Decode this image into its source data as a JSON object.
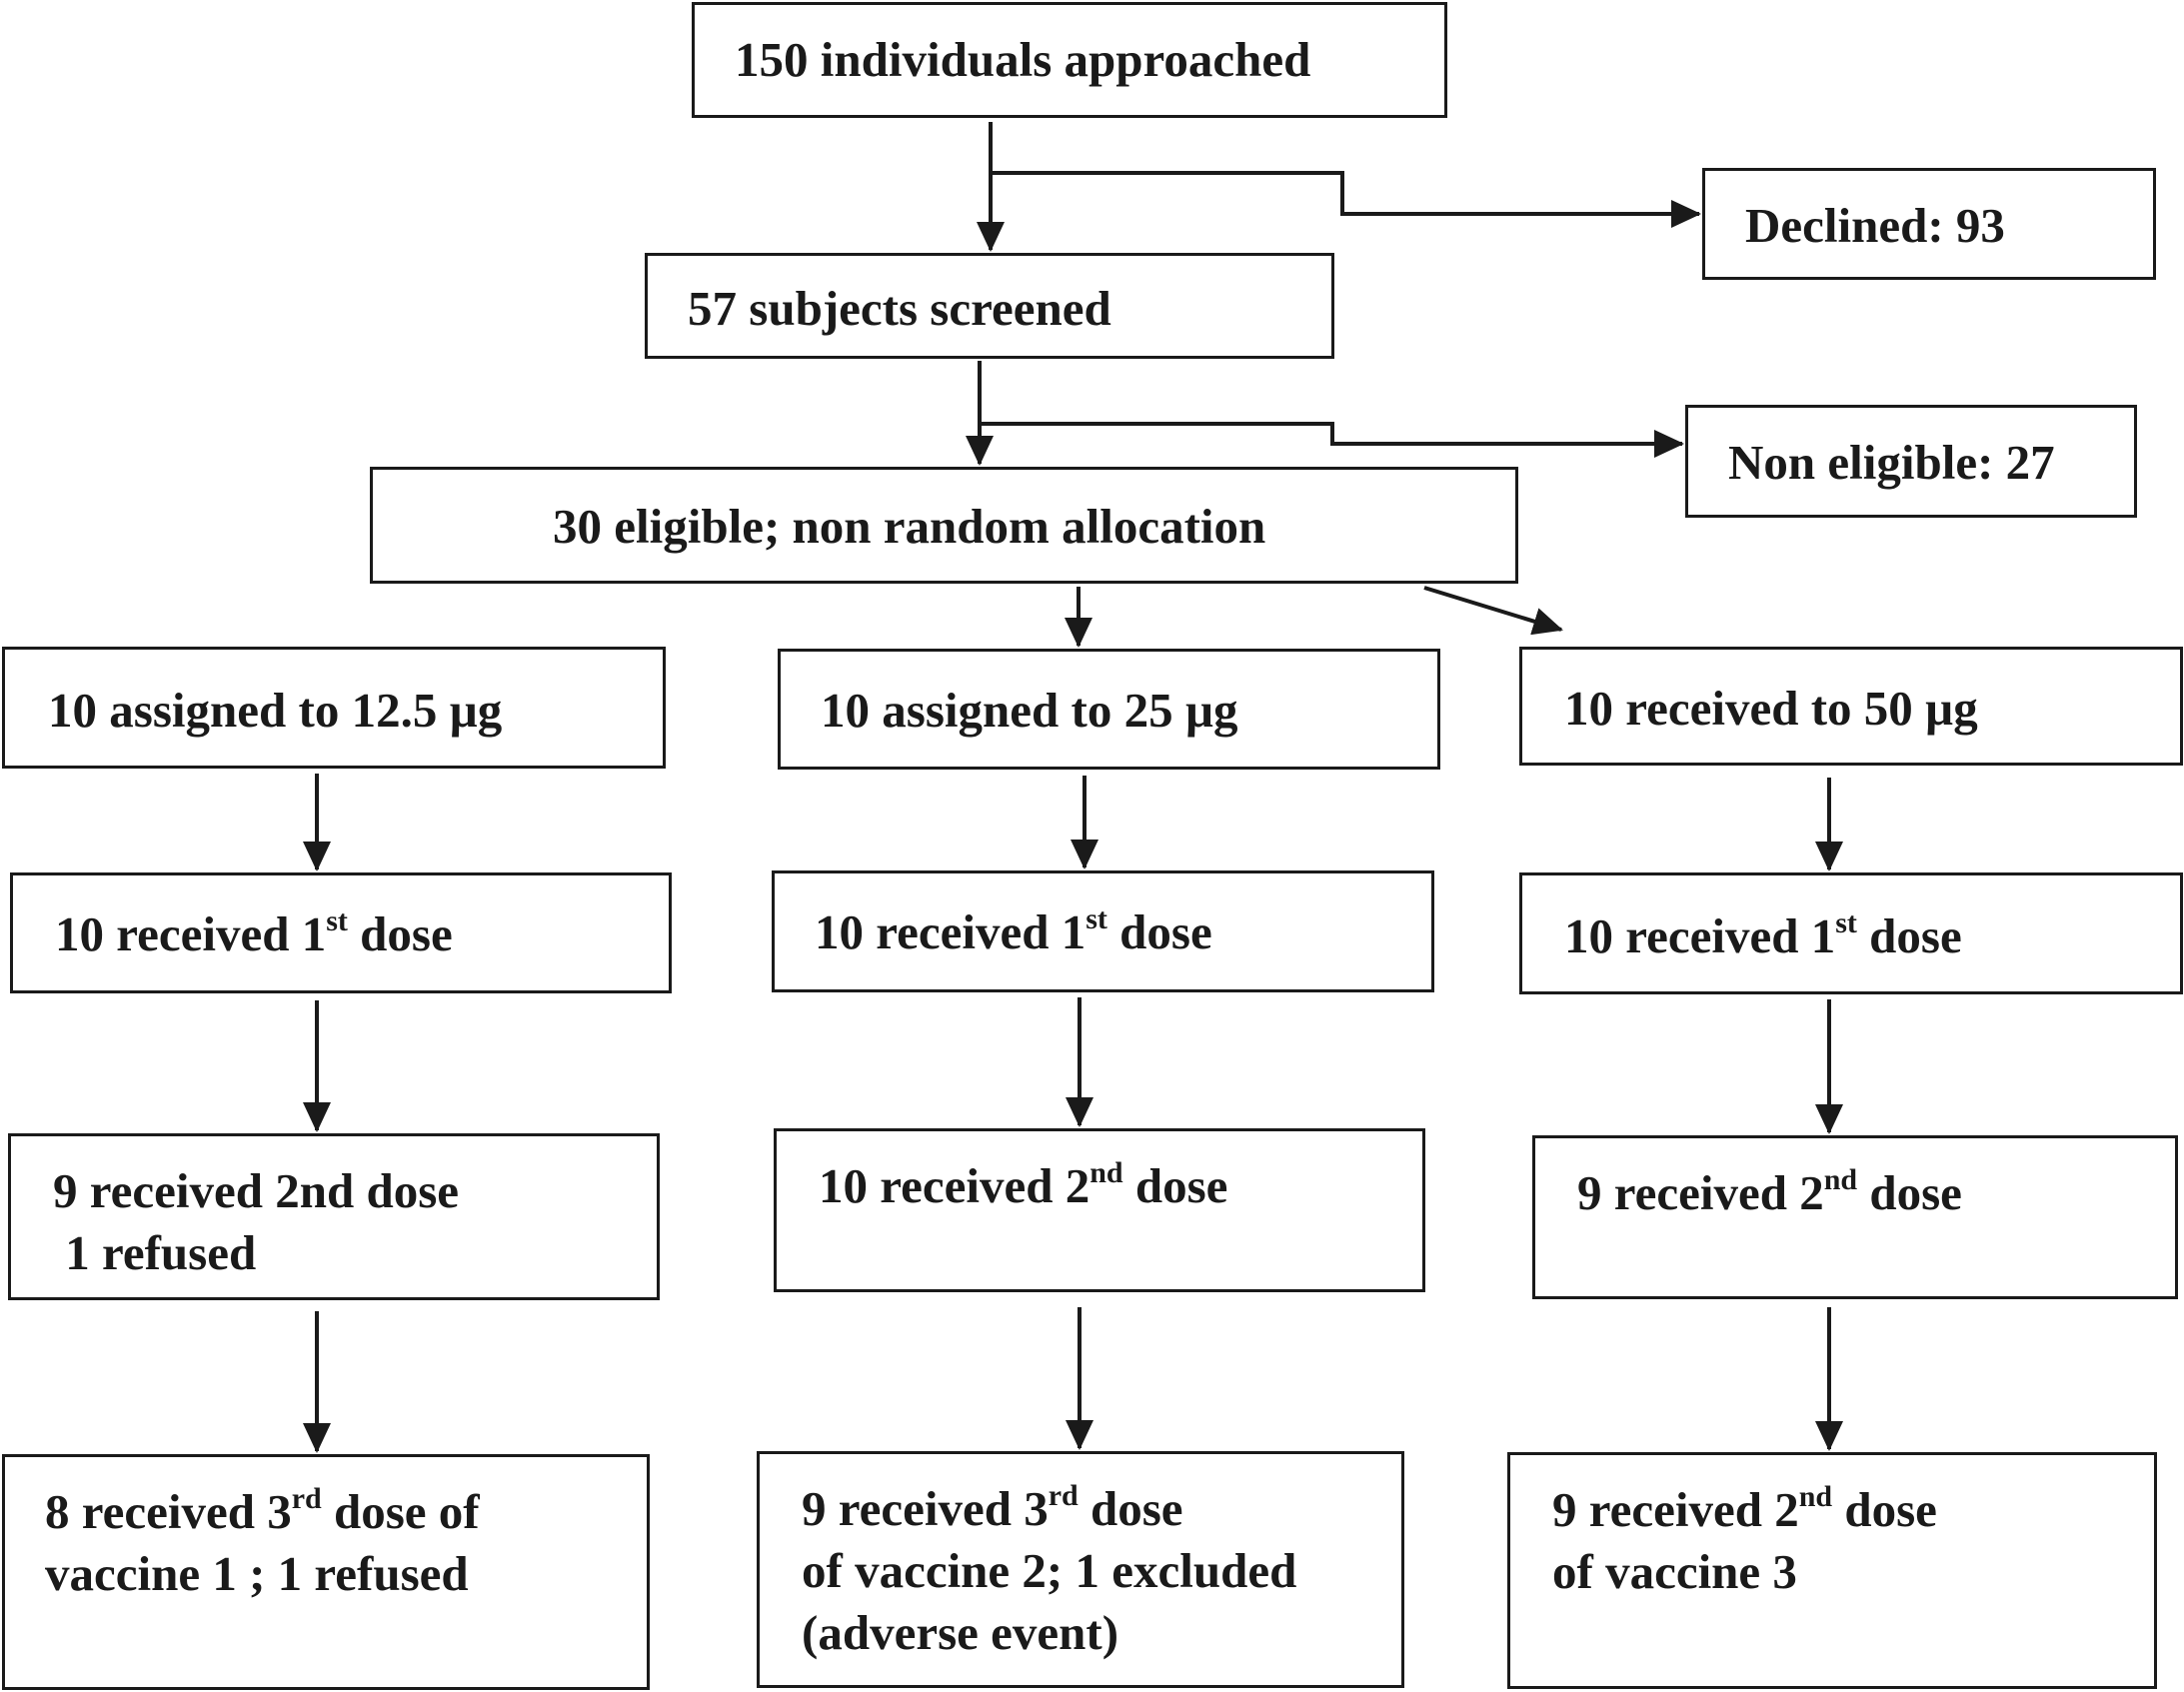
{
  "diagram": {
    "nodes": {
      "approached": {
        "lines": [
          [
            {
              "t": "150 individuals approached"
            }
          ]
        ]
      },
      "declined": {
        "lines": [
          [
            {
              "t": "Declined: 93"
            }
          ]
        ]
      },
      "screened": {
        "lines": [
          [
            {
              "t": "57 subjects screened"
            }
          ]
        ]
      },
      "non_eligible": {
        "lines": [
          [
            {
              "t": "Non eligible: 27"
            }
          ]
        ]
      },
      "eligible": {
        "lines": [
          [
            {
              "t": "30 eligible; non random allocation"
            }
          ]
        ]
      },
      "arm1_assigned": {
        "lines": [
          [
            {
              "t": "10 assigned to 12.5 µg"
            }
          ]
        ]
      },
      "arm2_assigned": {
        "lines": [
          [
            {
              "t": "10 assigned to 25 µg"
            }
          ]
        ]
      },
      "arm3_assigned": {
        "lines": [
          [
            {
              "t": "10 received to 50 µg"
            }
          ]
        ]
      },
      "arm1_dose1": {
        "lines": [
          [
            {
              "t": "10 received 1"
            },
            {
              "t": "st",
              "sup": true
            },
            {
              "t": " dose"
            }
          ]
        ]
      },
      "arm2_dose1": {
        "lines": [
          [
            {
              "t": "10 received 1"
            },
            {
              "t": "st",
              "sup": true
            },
            {
              "t": " dose"
            }
          ]
        ]
      },
      "arm3_dose1": {
        "lines": [
          [
            {
              "t": "10 received 1"
            },
            {
              "t": "st",
              "sup": true
            },
            {
              "t": " dose"
            }
          ]
        ]
      },
      "arm1_dose2": {
        "lines": [
          [
            {
              "t": "9 received 2nd dose"
            }
          ],
          [
            {
              "t": " 1 refused"
            }
          ]
        ]
      },
      "arm2_dose2": {
        "lines": [
          [
            {
              "t": "10 received 2"
            },
            {
              "t": "nd",
              "sup": true
            },
            {
              "t": " dose"
            }
          ]
        ]
      },
      "arm3_dose2": {
        "lines": [
          [
            {
              "t": "9 received 2"
            },
            {
              "t": "nd",
              "sup": true
            },
            {
              "t": " dose"
            }
          ]
        ]
      },
      "arm1_dose3": {
        "lines": [
          [
            {
              "t": "8 received 3"
            },
            {
              "t": "rd",
              "sup": true
            },
            {
              "t": " dose of"
            }
          ],
          [
            {
              "t": "vaccine 1 ; 1 refused"
            }
          ]
        ]
      },
      "arm2_dose3": {
        "lines": [
          [
            {
              "t": "9 received 3"
            },
            {
              "t": "rd",
              "sup": true
            },
            {
              "t": " dose"
            }
          ],
          [
            {
              "t": "of vaccine 2; 1 excluded"
            }
          ],
          [
            {
              "t": "(adverse event)"
            }
          ]
        ]
      },
      "arm3_dose3": {
        "lines": [
          [
            {
              "t": "9 received 2"
            },
            {
              "t": "nd",
              "sup": true
            },
            {
              "t": " dose"
            }
          ],
          [
            {
              "t": "of vaccine 3"
            }
          ]
        ]
      }
    },
    "edges": [
      {
        "from": "approached",
        "to": "screened"
      },
      {
        "from": "approached",
        "to": "declined"
      },
      {
        "from": "screened",
        "to": "eligible"
      },
      {
        "from": "screened",
        "to": "non_eligible"
      },
      {
        "from": "eligible",
        "to": "arm2_assigned"
      },
      {
        "from": "eligible",
        "to": "arm3_assigned"
      },
      {
        "from": "arm1_assigned",
        "to": "arm1_dose1"
      },
      {
        "from": "arm2_assigned",
        "to": "arm2_dose1"
      },
      {
        "from": "arm3_assigned",
        "to": "arm3_dose1"
      },
      {
        "from": "arm1_dose1",
        "to": "arm1_dose2"
      },
      {
        "from": "arm2_dose1",
        "to": "arm2_dose2"
      },
      {
        "from": "arm3_dose1",
        "to": "arm3_dose2"
      },
      {
        "from": "arm1_dose2",
        "to": "arm1_dose3"
      },
      {
        "from": "arm2_dose2",
        "to": "arm2_dose3"
      },
      {
        "from": "arm3_dose2",
        "to": "arm3_dose3"
      }
    ],
    "colors": {
      "line": "#1a1a1a",
      "box_border": "#1a1a1a",
      "background": "#ffffff"
    }
  }
}
